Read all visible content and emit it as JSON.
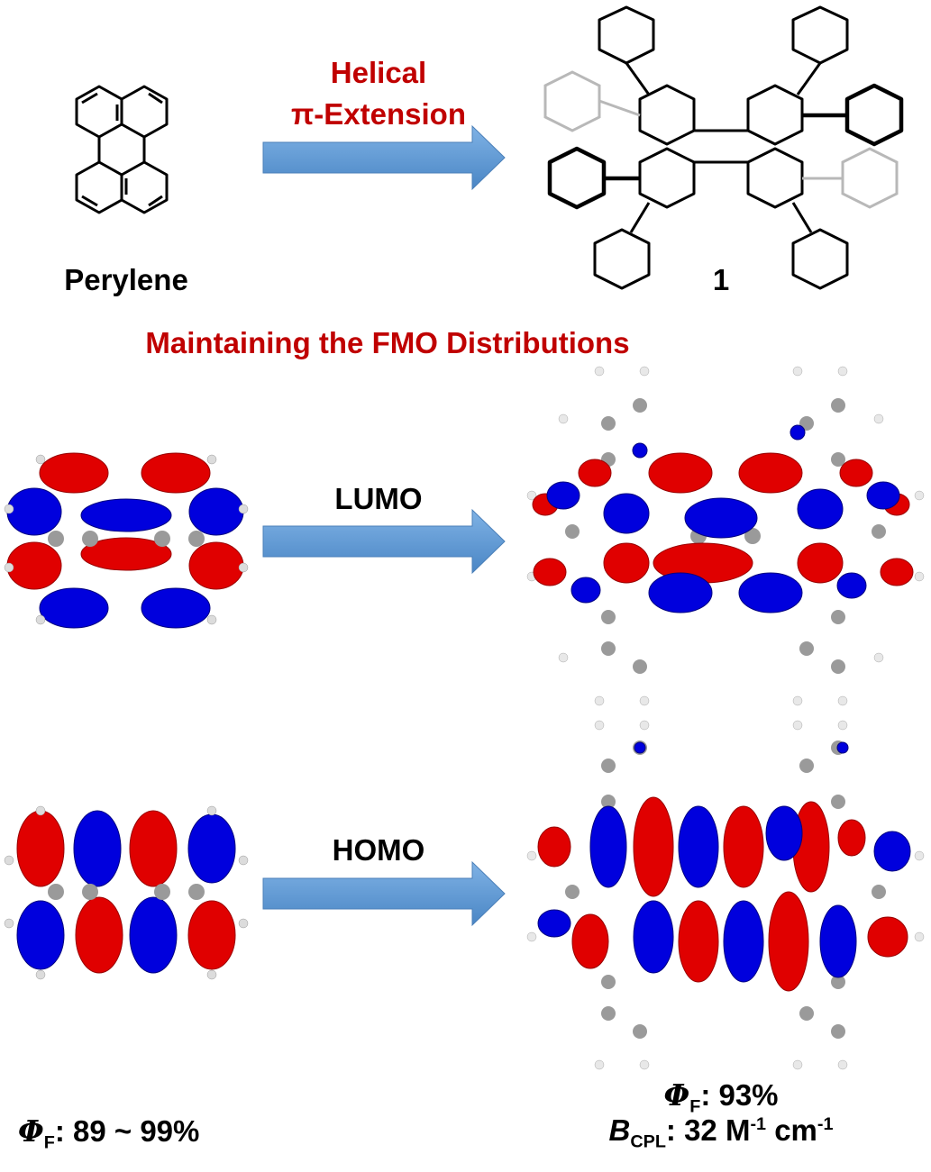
{
  "arrow_label_top_line1": "Helical",
  "arrow_label_top_line2": "π-Extension",
  "perylene_label": "Perylene",
  "compound_label": "1",
  "subtitle": "Maintaining the FMO Distributions",
  "lumo_label": "LUMO",
  "homo_label": "HOMO",
  "left_phi": {
    "symbol": "Φ",
    "sub": "F",
    "value": ": 89 ~ 99%"
  },
  "right_phi": {
    "symbol": "Φ",
    "sub": "F",
    "value": ": 93%"
  },
  "right_bcpl": {
    "symbol": "B",
    "sub": "CPL",
    "value": ": 32 M",
    "sup1": "-1",
    "mid": " cm",
    "sup2": "-1"
  },
  "colors": {
    "accent_red": "#c00000",
    "arrow_blue": "#5b9bd5",
    "orbital_red": "#e00000",
    "orbital_blue": "#0000dd"
  }
}
